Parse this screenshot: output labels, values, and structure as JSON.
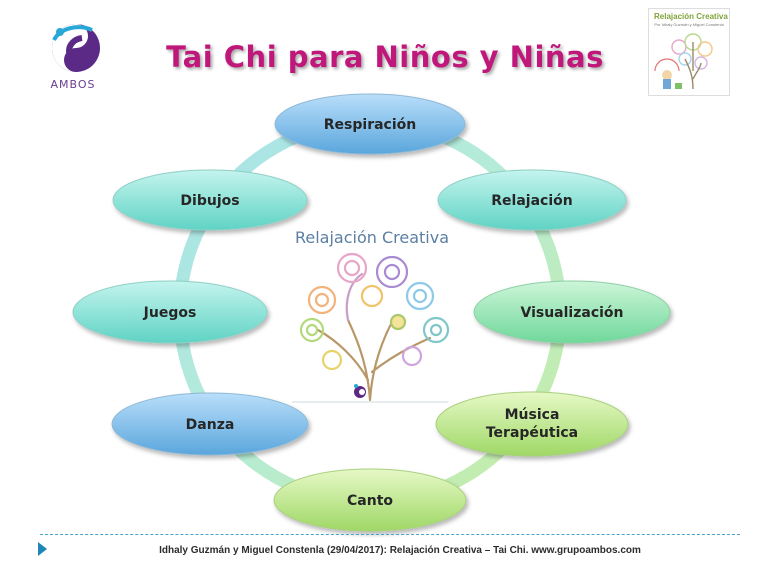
{
  "header": {
    "title": "Tai Chi para Niños y Niñas",
    "logo_left_text": "AMBOS",
    "logo_right_title": "Relajación Creativa",
    "logo_right_subtitle": "Por Idhaly Guzmán y Miguel Constenla"
  },
  "diagram": {
    "center_title": "Relajación Creativa",
    "nodes": [
      {
        "label": "Respiración",
        "color": "blue"
      },
      {
        "label": "Relajación",
        "color": "teal"
      },
      {
        "label": "Visualización",
        "color": "green"
      },
      {
        "label": "Música Terapéutica",
        "line1": "Música",
        "line2": "Terapéutica",
        "color": "lime"
      },
      {
        "label": "Canto",
        "color": "lime"
      },
      {
        "label": "Danza",
        "color": "blue"
      },
      {
        "label": "Juegos",
        "color": "teal"
      },
      {
        "label": "Dibujos",
        "color": "teal"
      }
    ],
    "colors": {
      "blue": "#8cc3ea",
      "teal": "#8fe3d9",
      "green": "#9fe6b4",
      "lime": "#c3ea8d",
      "ring": "#a7dde2"
    }
  },
  "footer": {
    "text": "Idhaly Guzmán y Miguel Constenla (29/04/2017): Relajación Creativa – Tai Chi.  www.grupoambos.com"
  },
  "colors": {
    "title": "#c0187a",
    "accent": "#1f86b8",
    "brand": "#6a3d8f"
  }
}
